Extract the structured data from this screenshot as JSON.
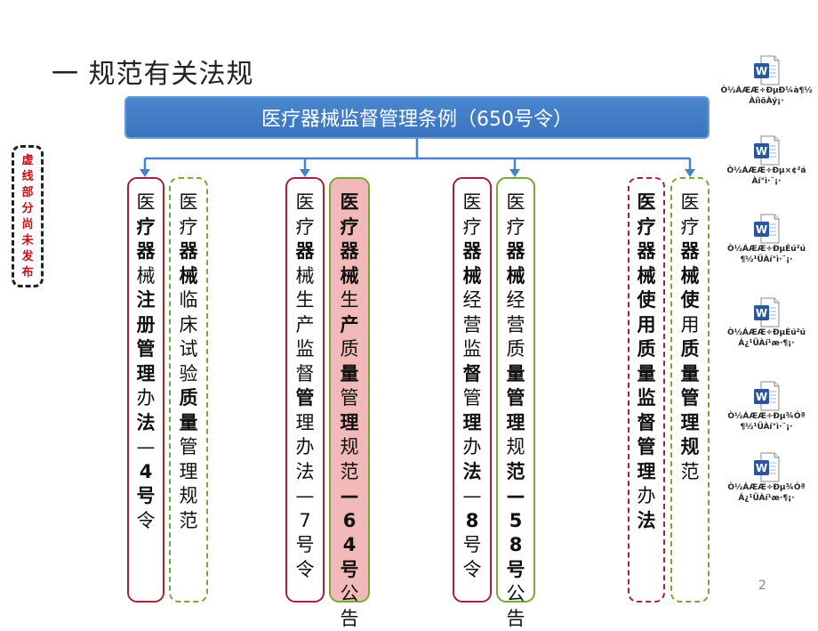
{
  "title": "一 规范有关法规",
  "top_box": "医疗器械监督管理条例（650号令）",
  "note": "虚线部分尚未发布",
  "groups": [
    {
      "boxes": [
        {
          "text": "医疗器械注册管理办法—4号令",
          "style": "solid-red",
          "bold": "0110111101011",
          "fill": ""
        },
        {
          "text": "医疗器械临床试验质量管理规范",
          "style": "dash-green",
          "bold": "00110000110",
          "fill": ""
        }
      ]
    },
    {
      "boxes": [
        {
          "text": "医疗器械生产监督管理办法—7号令",
          "style": "solid-red",
          "bold": "00100000100000",
          "fill": ""
        },
        {
          "text": "医疗器械生产质量管理规范—64号公告",
          "style": "solid-green",
          "bold": "1111010101001111",
          "fill": "pink"
        }
      ]
    },
    {
      "boxes": [
        {
          "text": "医疗器械经营监督管理办法—8号令",
          "style": "solid-red",
          "bold": "00110001010101",
          "fill": ""
        },
        {
          "text": "医疗器械经营质量管理规范—58号公告",
          "style": "solid-green",
          "bold": "0011000111011111",
          "fill": ""
        }
      ]
    },
    {
      "boxes": [
        {
          "text": "医疗器械使用质量监督管理办法",
          "style": "dash-red",
          "bold": "11111111111101",
          "fill": ""
        },
        {
          "text": "医疗器械使用质量管理规范",
          "style": "dash-green",
          "bold": "00111011111",
          "fill": ""
        }
      ]
    }
  ],
  "documents": [
    {
      "icon": "word-doc-icon",
      "caption": "Ò½ÁÆÆ÷ÐµÐ¼à¶½\nÀíìõÀý¡·"
    },
    {
      "icon": "word-doc-icon",
      "caption": "Ò½ÁÆÆ÷Ðµ×¢²á\nÀí°ì·¨¡·"
    },
    {
      "icon": "word-doc-icon",
      "caption": "Ò½ÁÆÆ÷ÐµÉú²ú\n¶½¹ÜÀí°ì·¨¡·"
    },
    {
      "icon": "word-doc-icon",
      "caption": "Ò½ÁÆÆ÷ÐµÉú²ú\nÁ¿¹ÜÀí¹æ·¶¡·"
    },
    {
      "icon": "word-doc-icon",
      "caption": "Ò½ÁÆÆ÷Ðµ¾­Óª\n¶½¹ÜÀí°ì·¨¡·"
    },
    {
      "icon": "word-doc-icon",
      "caption": "Ò½ÁÆÆ÷Ðµ¾­Óª\nÁ¿¹ÜÀí¹æ·¶¡·"
    }
  ],
  "page_number": "2",
  "colors": {
    "top_box": "#3d78c2",
    "arrow": "#4a82c8",
    "red_border": "#a3223a",
    "green_border": "#78a83a",
    "pink_fill": "#f2b9b9",
    "note_text": "#c0121a"
  }
}
